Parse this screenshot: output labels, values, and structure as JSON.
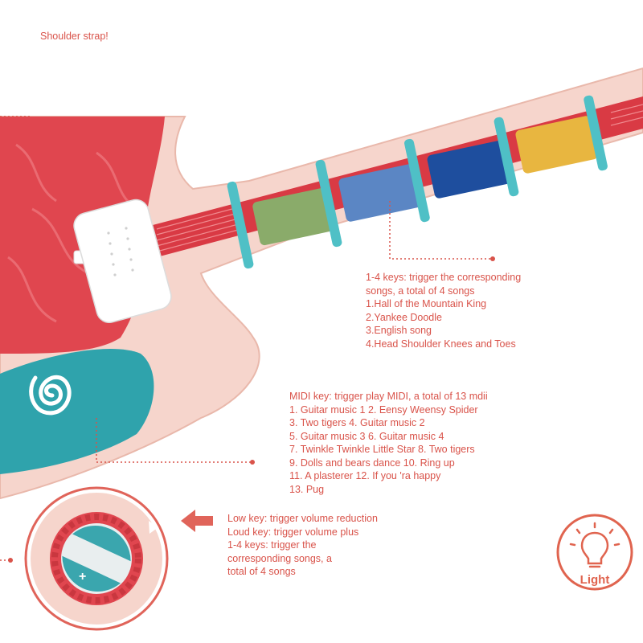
{
  "strap_text": "Shoulder strap!",
  "keys_info": [
    "1-4 keys: trigger the corresponding",
    "songs, a total of 4 songs",
    "1.Hall of the Mountain King",
    "2.Yankee Doodle",
    "3.English song",
    "4.Head Shoulder Knees and Toes"
  ],
  "midi_info": [
    "MIDI key: trigger play MIDI, a total of 13 mdii",
    "1. Guitar music 1   2. Eensy Weensy Spider",
    "3. Two tigers        4. Guitar music 2",
    "5. Guitar music 3   6. Guitar music 4",
    "7. Twinkle Twinkle Little Star  8. Two tigers",
    "9. Dolls and bears dance   10. Ring up",
    "11. A plasterer   12. If you 'ra happy",
    "13. Pug"
  ],
  "volume_info": [
    "Low key: trigger volume reduction",
    "Loud key: trigger volume plus",
    "1-4 keys: trigger the",
    "corresponding songs, a",
    "total of 4 songs"
  ],
  "light_label": "Light",
  "colors": {
    "text": "#d9534a",
    "body": "#f6d5cc",
    "red_panel": "#e0464f",
    "teal": "#3aa6ae",
    "key_green": "#8aab6a",
    "key_lightblue": "#5b86c4",
    "key_blue": "#1e4e9e",
    "key_yellow": "#e8b640"
  }
}
